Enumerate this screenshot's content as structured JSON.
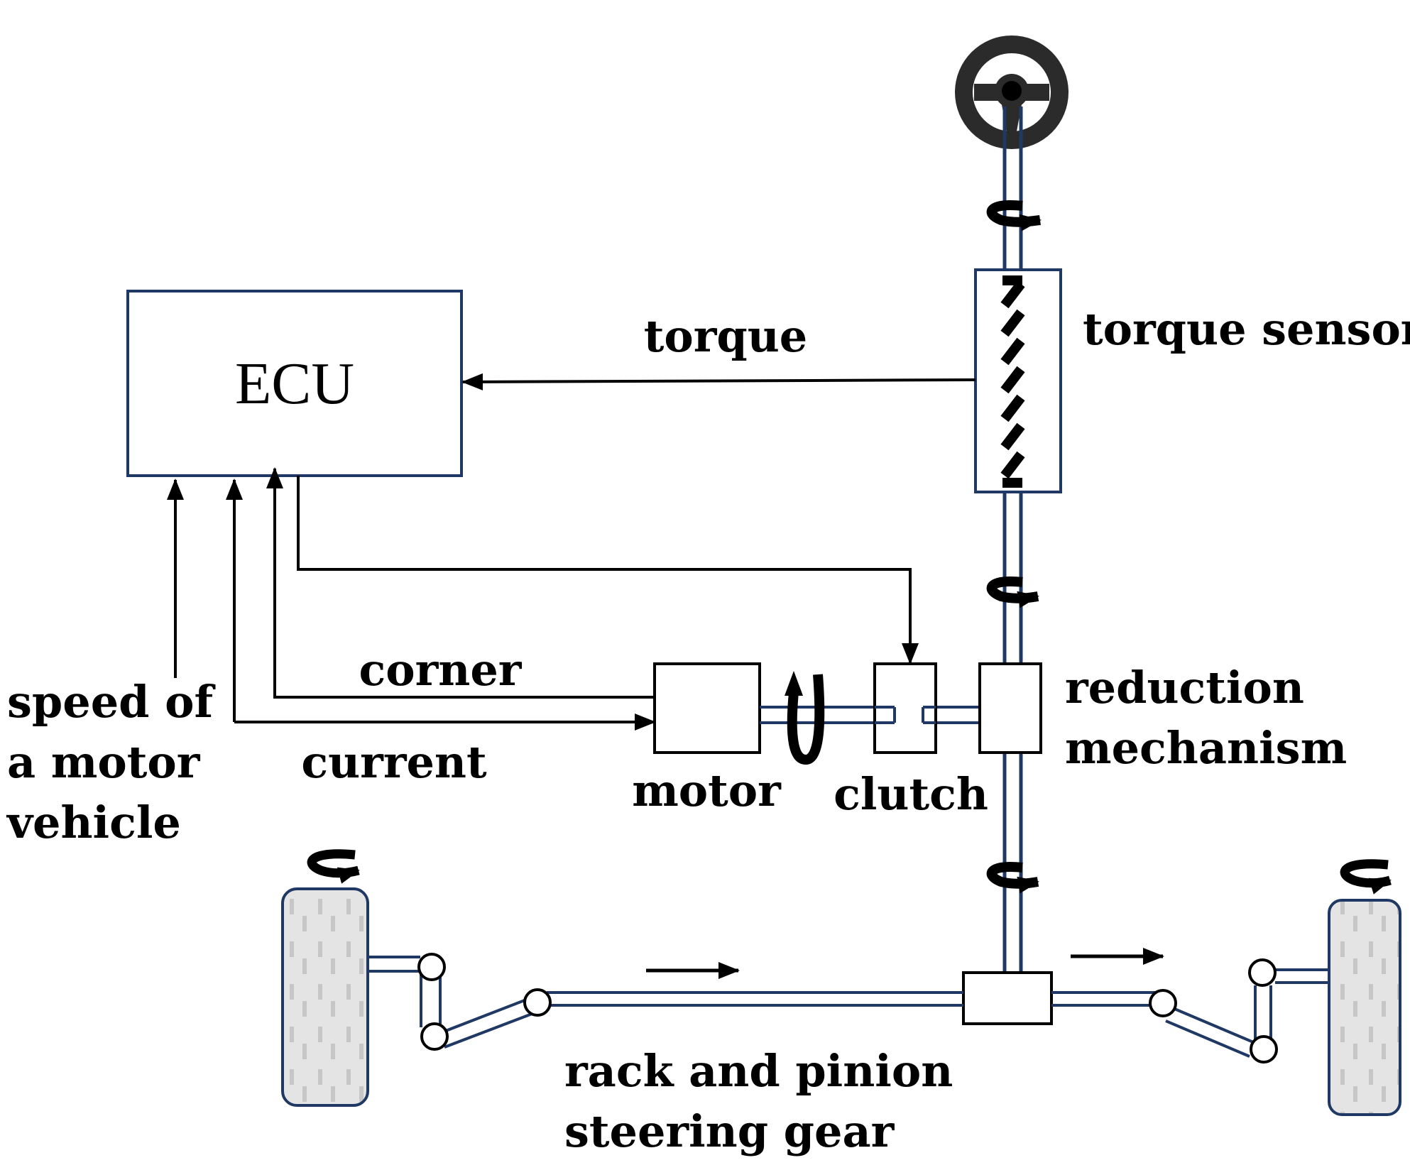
{
  "diagram": {
    "labels": {
      "ecu": "ECU",
      "torque": "torque",
      "torque_sensor": "torque sensor",
      "corner": "corner",
      "current": "current",
      "speed_line1": "speed of",
      "speed_line2": "a motor",
      "speed_line3": "vehicle",
      "motor": "motor",
      "clutch": "clutch",
      "reduction_line1": "reduction",
      "reduction_line2": "mechanism",
      "rack_line1": "rack and pinion",
      "rack_line2": "steering gear"
    },
    "colors": {
      "shaft": "#1f3864",
      "line": "#000000",
      "tire": "#cfcfcf",
      "wheel": "#2b2b2b"
    }
  }
}
